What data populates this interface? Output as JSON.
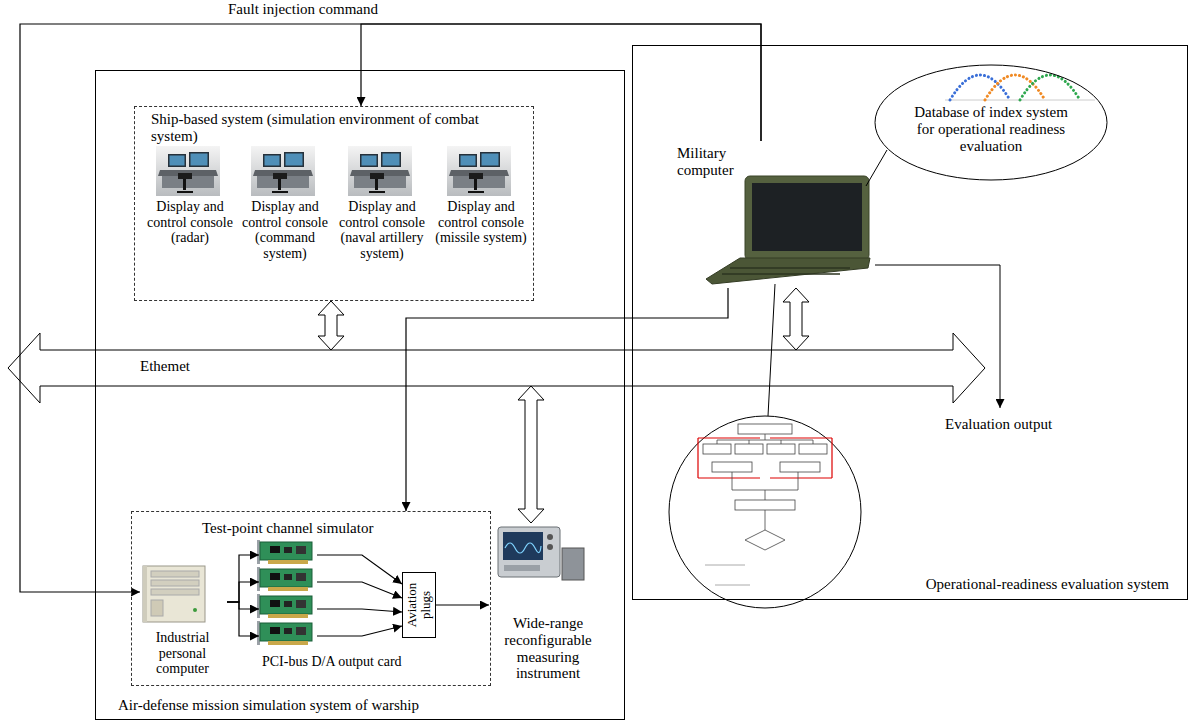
{
  "diagram": {
    "nodes": [
      {
        "text": [
          "Air-defense mission simulation system of warship"
        ]
      },
      {
        "text": [
          "Ship-based system (simulation environment of combat system)"
        ],
        "in": 0
      },
      {
        "text": [
          "Display and control console (radar)"
        ],
        "in": 1
      },
      {
        "text": [
          "Display and control console (command system)"
        ],
        "in": 1
      },
      {
        "text": [
          "Display and control console (naval artillery system)"
        ],
        "in": 1
      },
      {
        "text": [
          "Display and control console (missile system)"
        ],
        "in": 1
      },
      {
        "text": [
          "Ethemet"
        ]
      },
      {
        "text": [
          "Test-point channel simulator"
        ],
        "in": 0
      },
      {
        "text": [
          "Industrial personal computer"
        ],
        "in": 7
      },
      {
        "text": [
          "PCI-bus D/A output card"
        ],
        "in": 7
      },
      {
        "text": [
          "Aviation plugs"
        ],
        "in": 7
      },
      {
        "text": [
          "Wide-range reconfigurable measuring instrument"
        ],
        "in": 0
      },
      {
        "text": [
          "Operational-readiness evaluation system"
        ]
      },
      {
        "text": [
          "Military computer"
        ],
        "in": 12
      },
      {
        "text": [
          "Database of index system for operational readiness evaluation"
        ],
        "in": 12
      }
    ],
    "edges": [
      {
        "from": 13,
        "to": 1,
        "arrow": "to",
        "label": "Fault injection command"
      },
      {
        "from": 13,
        "to": 8,
        "arrow": "to"
      },
      {
        "from": 1,
        "to": 6,
        "arrow": "both"
      },
      {
        "from": 13,
        "to": 6,
        "arrow": "both"
      },
      {
        "from": 11,
        "to": 6,
        "arrow": "both"
      },
      {
        "from": 13,
        "to": 7,
        "arrow": "to"
      },
      {
        "from": 8,
        "to": 9,
        "arrow": "to"
      },
      {
        "from": 9,
        "to": 10,
        "arrow": "to"
      },
      {
        "from": 10,
        "to": 11,
        "arrow": "to"
      }
    ],
    "labels": [
      "Evaluation output"
    ]
  }
}
